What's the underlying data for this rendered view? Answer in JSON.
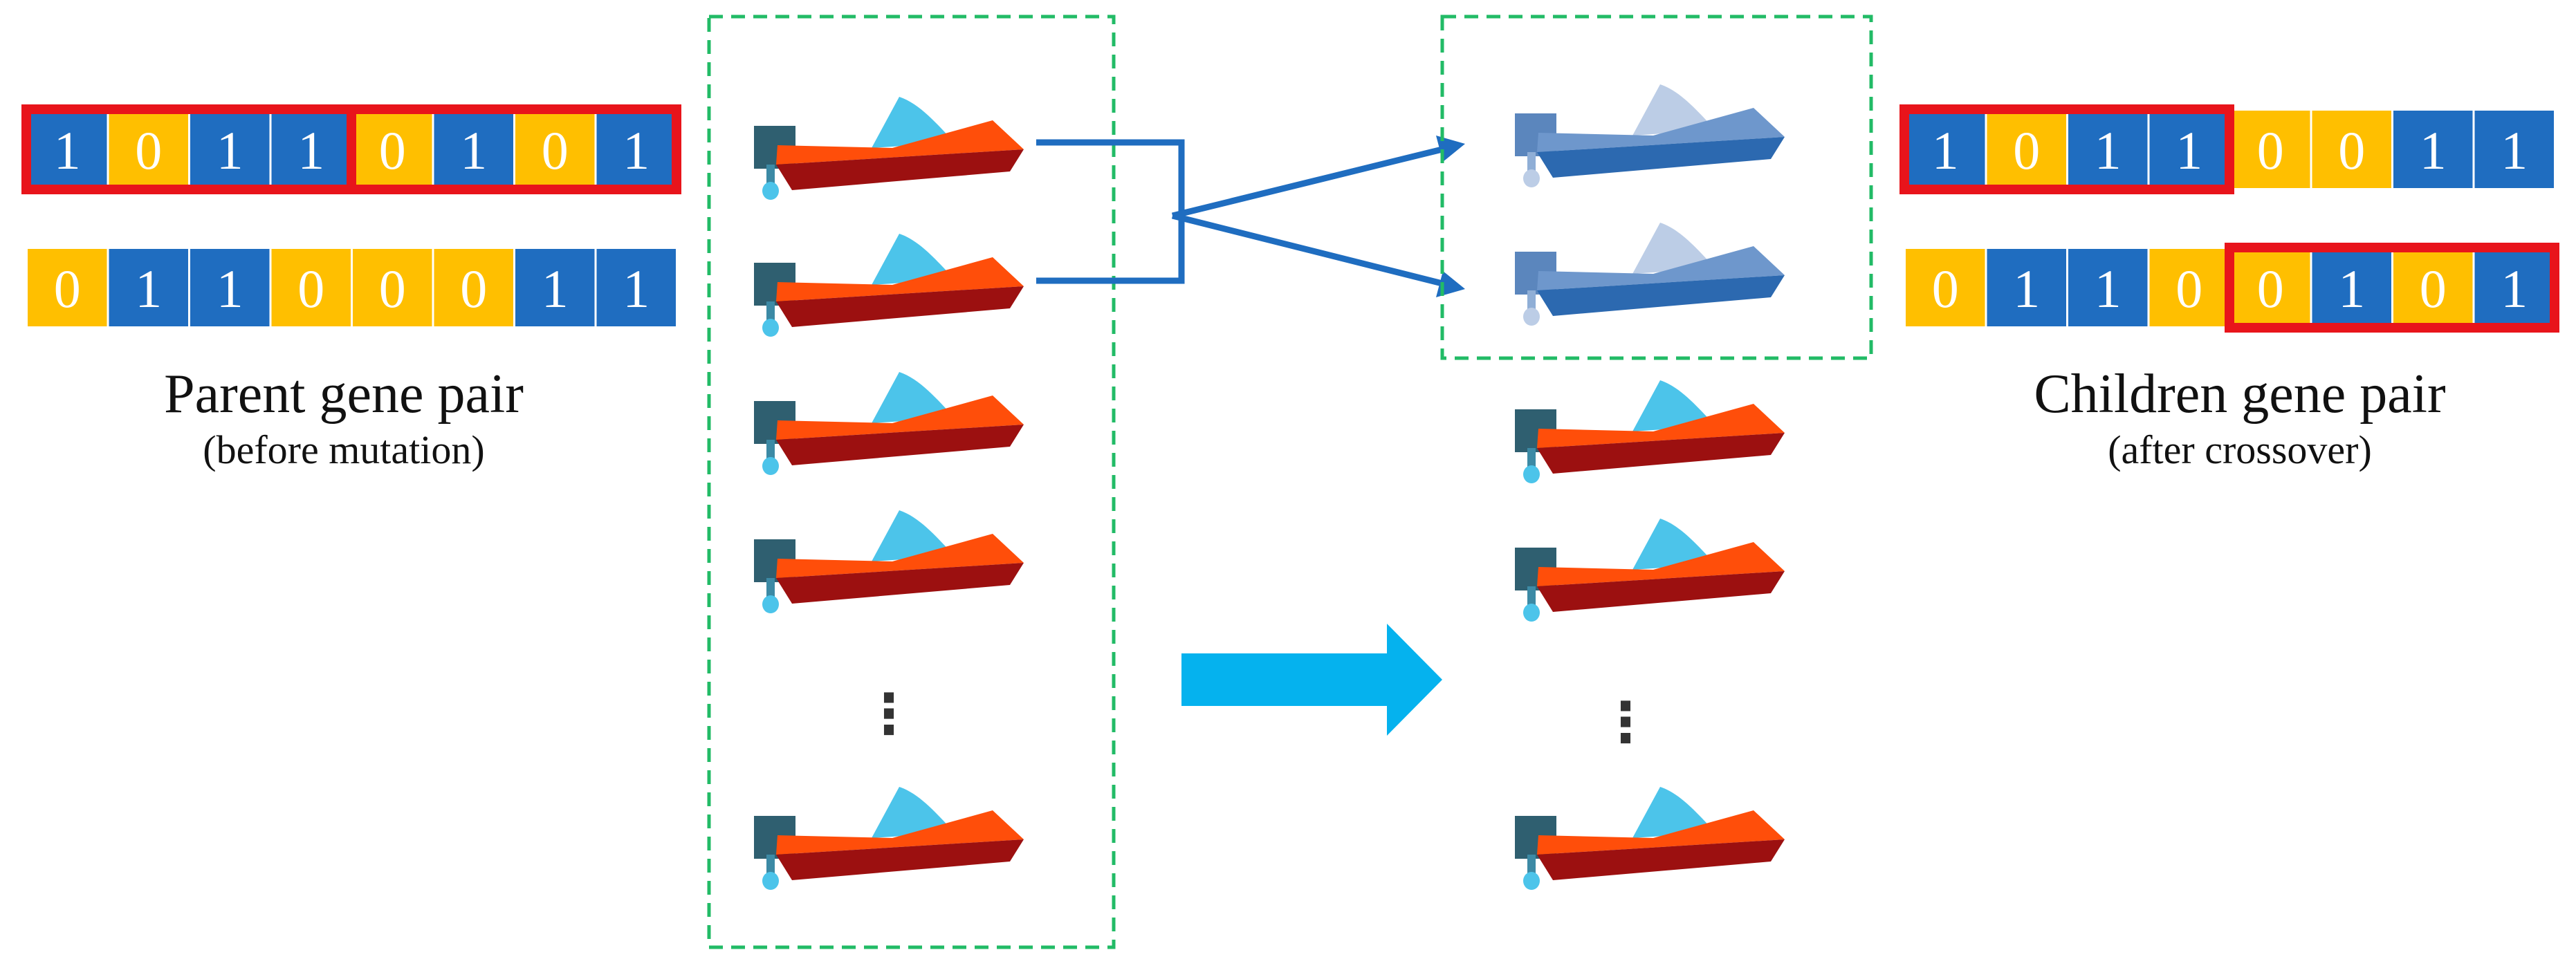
{
  "colors": {
    "gene_one": "#1f6dc0",
    "gene_zero": "#ffbf00",
    "highlight": "#e8141b",
    "dashed_box": "#22bb66",
    "arrow_line": "#1f6dc0",
    "big_arrow": "#05b2ee",
    "boat_hull_top": "#ff4e0a",
    "boat_hull_bottom": "#9c1010",
    "boat_canopy": "#4cc4ea",
    "boat_motor": "#2f5f70",
    "child_hull_top": "#6e97cc",
    "child_hull_bottom": "#2c69b0",
    "child_canopy": "#bccde6",
    "child_motor": "#5b86bd"
  },
  "parent": {
    "gene_a": [
      "1",
      "0",
      "1",
      "1",
      "0",
      "1",
      "0",
      "1"
    ],
    "gene_b": [
      "0",
      "1",
      "1",
      "0",
      "0",
      "0",
      "1",
      "1"
    ],
    "caption": "Parent gene pair",
    "subcaption": "(before mutation)"
  },
  "children": {
    "gene_a": [
      "1",
      "0",
      "1",
      "1",
      "0",
      "0",
      "1",
      "1"
    ],
    "gene_b": [
      "0",
      "1",
      "1",
      "0",
      "0",
      "1",
      "0",
      "1"
    ],
    "caption": "Children gene pair",
    "subcaption": "(after crossover)"
  },
  "population": {
    "ellipsis": "⋮",
    "parent_boat_icon": "speedboat-icon",
    "child_boat_icon": "speedboat-icon"
  }
}
